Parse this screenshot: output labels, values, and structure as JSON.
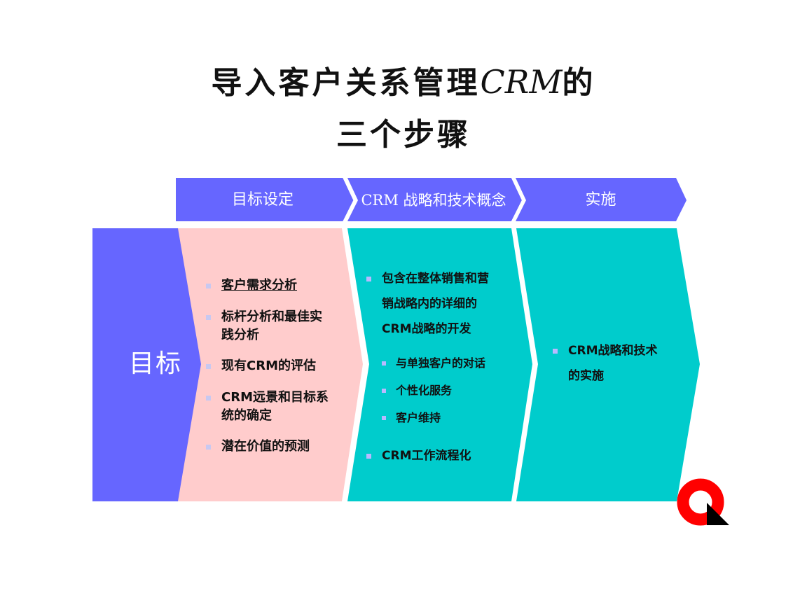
{
  "title": {
    "line1_prefix": "导入客户关系管理",
    "line1_crm": "CRM",
    "line1_suffix": "的",
    "line2": "三个步骤"
  },
  "header_steps": [
    {
      "label": "目标设定"
    },
    {
      "label": "CRM 战略和技术概念"
    },
    {
      "label": "实施"
    }
  ],
  "goal_box": {
    "label": "目标"
  },
  "panel_goal_setting": {
    "items": [
      {
        "text": "客户需求分析",
        "underlined": true
      },
      {
        "line1": "标杆分析和最佳实",
        "line2": "践分析"
      },
      {
        "text": "现有CRM的评估"
      },
      {
        "line1": "CRM远景和目标系",
        "line2": "统的确定"
      },
      {
        "text": "潜在价值的预测"
      }
    ]
  },
  "panel_strategy": {
    "items": [
      {
        "line1": "包含在整体销售和营",
        "line2": "销战略内的详细的",
        "line3": "CRM战略的开发"
      },
      {
        "text": "与单独客户的对话",
        "level": 2
      },
      {
        "text": "个性化服务",
        "level": 2
      },
      {
        "text": "客户维持",
        "level": 2
      },
      {
        "text": "CRM工作流程化"
      }
    ]
  },
  "panel_implementation": {
    "items": [
      {
        "line1": "CRM战略和技术",
        "line2": "的实施"
      }
    ]
  },
  "colors": {
    "header_blue": "#6666FF",
    "goal_blue": "#6666FF",
    "pink": "#FFCCCC",
    "teal": "#00CCCC",
    "logo_red": "#FF0000",
    "logo_black": "#000000",
    "bullet": "#B9B9FF"
  },
  "logo": {
    "icon": "red-ring-with-black-triangle-logo"
  }
}
